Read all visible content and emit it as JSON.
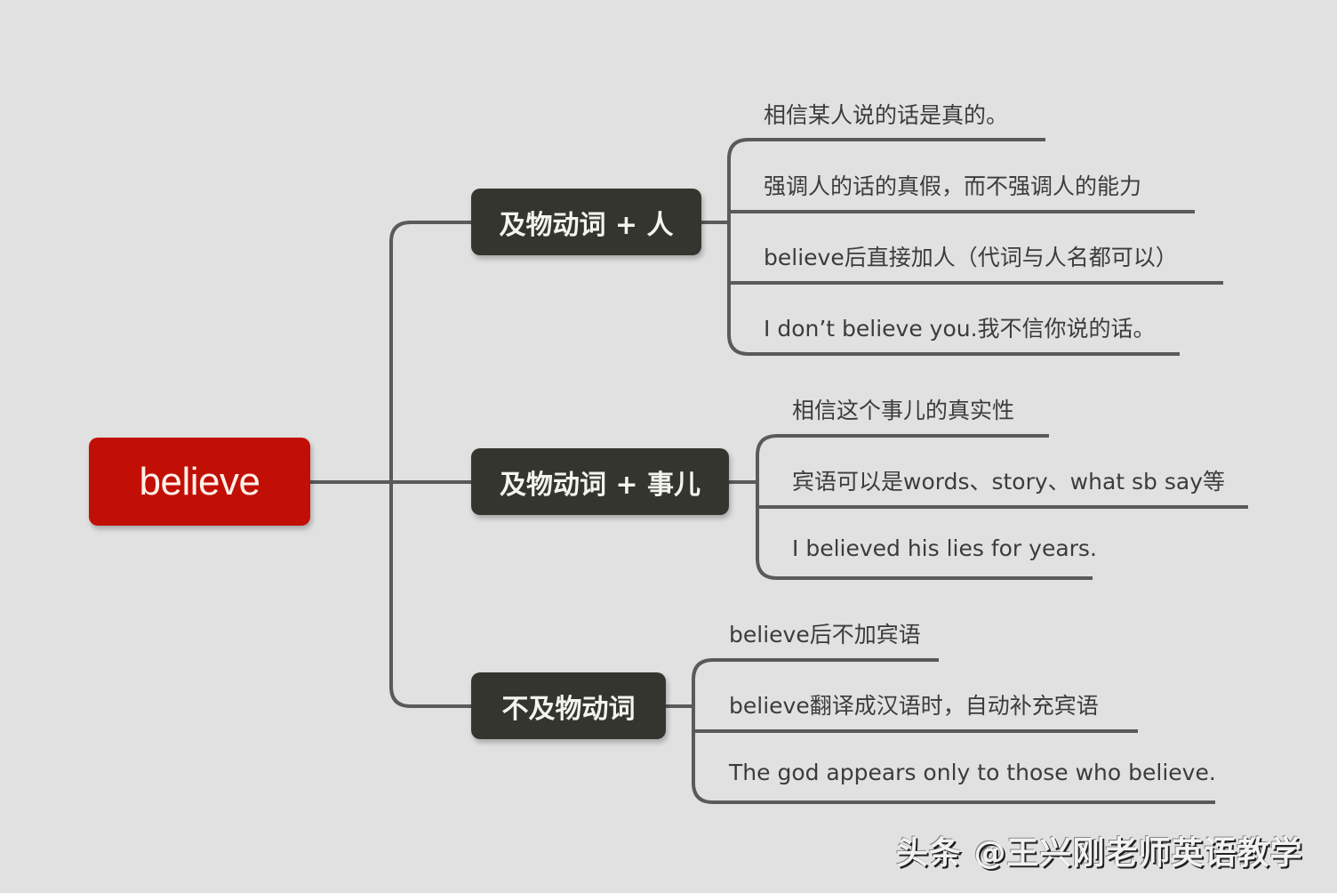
{
  "mindmap": {
    "root": {
      "label": "believe",
      "color": "#c20f06"
    },
    "line_color": "#5a5a5a",
    "branch_color": "#353530",
    "branches": [
      {
        "label": "及物动词 + 人",
        "children": [
          "相信某人说的话是真的。",
          "强调人的话的真假，而不强调人的能力",
          "believe后直接加人（代词与人名都可以）",
          "I don’t believe you.我不信你说的话。"
        ]
      },
      {
        "label": "及物动词 + 事儿",
        "children": [
          "相信这个事儿的真实性",
          "宾语可以是words、story、what sb say等",
          "I believed his lies for years."
        ]
      },
      {
        "label": "不及物动词",
        "children": [
          "believe后不加宾语",
          "believe翻译成汉语时，自动补充宾语",
          "The god appears only to those who believe."
        ]
      }
    ]
  },
  "watermark": "头条 @王兴刚老师英语教学"
}
